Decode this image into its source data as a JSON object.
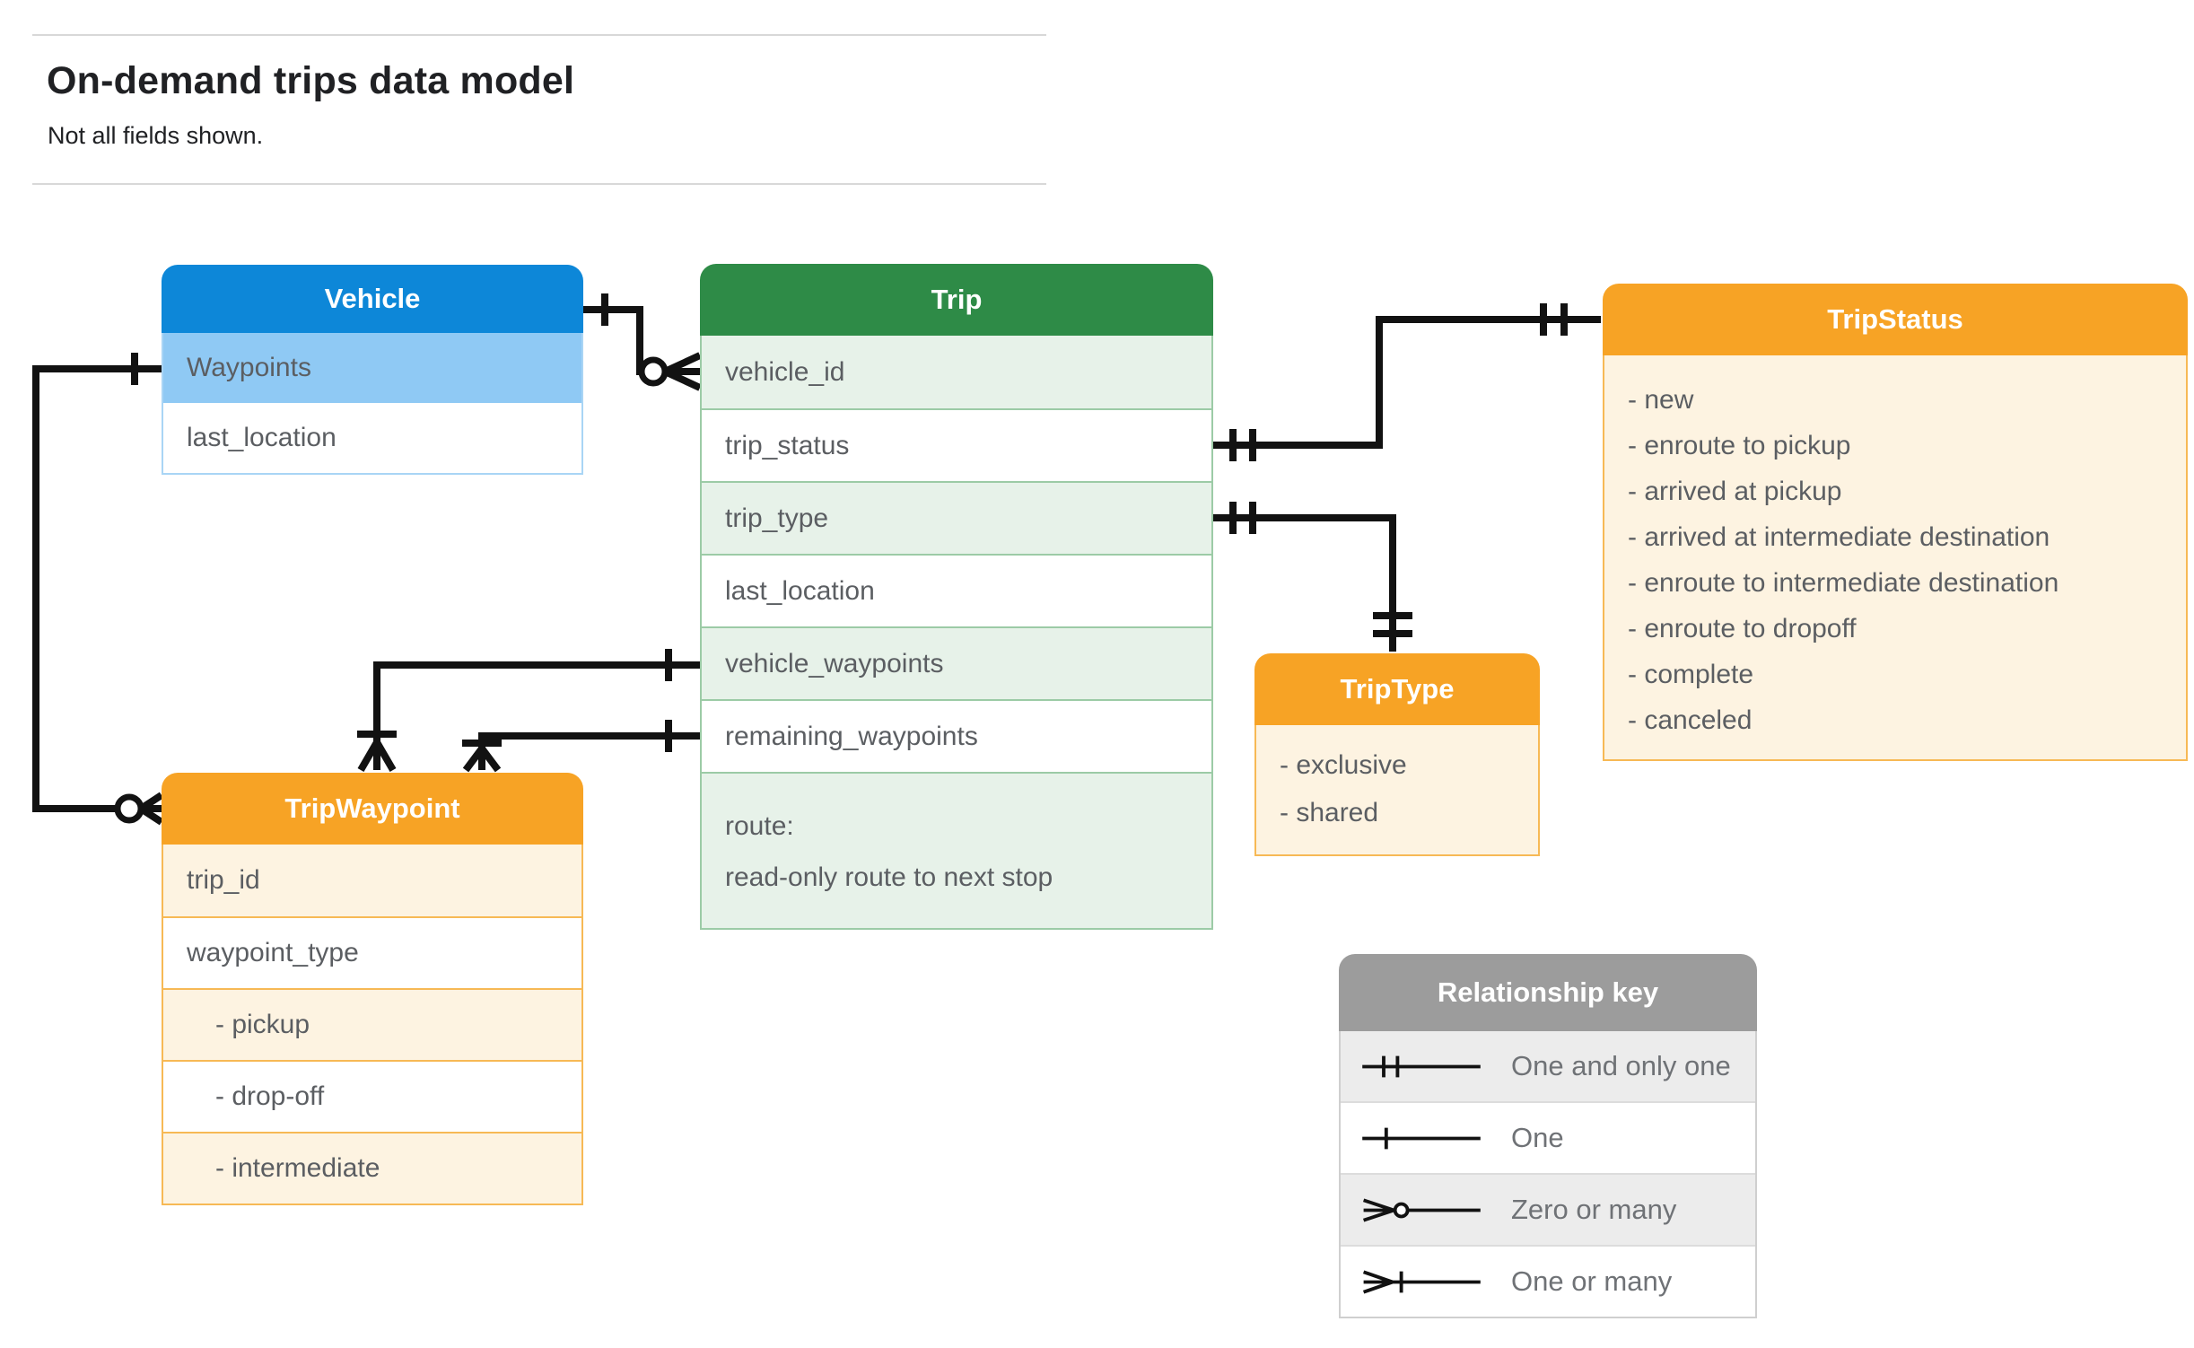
{
  "page": {
    "title": "On-demand trips data model",
    "subtitle": "Not all fields shown."
  },
  "colors": {
    "blue": "#0d87d8",
    "blue_light": "#8fc9f4",
    "blue_border": "#a9d5f5",
    "green": "#2e8b47",
    "green_light": "#e7f2e9",
    "green_border": "#9ccba6",
    "orange": "#f7a325",
    "orange_light": "#fdf3e1",
    "orange_border": "#f7b955",
    "key_gray": "#9c9c9c",
    "key_gray_light": "#ececec",
    "key_border": "#cfcfcf",
    "line_black": "#121212",
    "text_dark": "#202124",
    "text_gray": "#5b5e62",
    "key_text": "#6f7276"
  },
  "tables": {
    "vehicle": {
      "title": "Vehicle",
      "rows": [
        "Waypoints",
        "last_location"
      ]
    },
    "trip": {
      "title": "Trip",
      "rows": [
        "vehicle_id",
        "trip_status",
        "trip_type",
        "last_location",
        "vehicle_waypoints",
        "remaining_waypoints"
      ],
      "route": {
        "line1": "route:",
        "line2": "read-only route to next stop"
      }
    },
    "trip_status": {
      "title": "TripStatus",
      "values": [
        "- new",
        "- enroute to pickup",
        "- arrived at pickup",
        "- arrived at intermediate destination",
        "- enroute to intermediate destination",
        "- enroute to dropoff",
        "- complete",
        "- canceled"
      ]
    },
    "trip_type": {
      "title": "TripType",
      "values": [
        "- exclusive",
        "- shared"
      ]
    },
    "trip_waypoint": {
      "title": "TripWaypoint",
      "rows": [
        "trip_id",
        "waypoint_type",
        "- pickup",
        "- drop-off",
        "- intermediate"
      ]
    }
  },
  "key": {
    "title": "Relationship key",
    "entries": [
      {
        "symbol": "one-and-only-one-icon",
        "label": "One and only one"
      },
      {
        "symbol": "one-icon",
        "label": "One"
      },
      {
        "symbol": "zero-or-many-icon",
        "label": "Zero or many"
      },
      {
        "symbol": "one-or-many-icon",
        "label": "One or many"
      }
    ]
  },
  "relationships": [
    {
      "from": "Vehicle",
      "to": "Trip.vehicle_id",
      "from_end": "one",
      "to_end": "zero or many"
    },
    {
      "from": "Vehicle.Waypoints",
      "to": "TripWaypoint",
      "from_end": "one",
      "to_end": "zero or many"
    },
    {
      "from": "Trip.trip_status",
      "to": "TripStatus",
      "from_end": "one and only one",
      "to_end": "one and only one"
    },
    {
      "from": "Trip.trip_type",
      "to": "TripType",
      "from_end": "one and only one",
      "to_end": "one and only one"
    },
    {
      "from": "Trip.vehicle_waypoints",
      "to": "TripWaypoint",
      "from_end": "one",
      "to_end": "one or many"
    },
    {
      "from": "Trip.remaining_waypoints",
      "to": "TripWaypoint",
      "from_end": "one",
      "to_end": "one or many"
    }
  ]
}
